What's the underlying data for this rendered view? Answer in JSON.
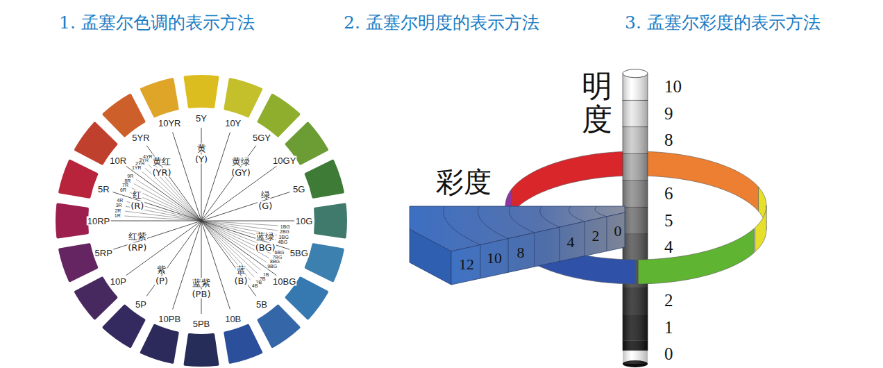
{
  "diagram": {
    "labels": [
      "1. 孟塞尔色调的表示方法",
      "2. 孟塞尔明度的表示方法",
      "3. 孟塞尔彩度的表示方法",
      "5Y",
      "10Y",
      "5GY",
      "10GY",
      "5G",
      "10G",
      "5BG",
      "10BG",
      "5B",
      "10B",
      "5PB",
      "10PB",
      "5P",
      "10P",
      "5RP",
      "10RP",
      "5R",
      "10R",
      "5YR",
      "10YR",
      "黄",
      "(Y)",
      "黄绿",
      "(GY)",
      "绿",
      "(G)",
      "蓝绿",
      "(BG)",
      "蓝",
      "(B)",
      "蓝紫",
      "(PB)",
      "紫",
      "(P)",
      "红紫",
      "(RP)",
      "红",
      "(R)",
      "黄红",
      "(YR)",
      "1R",
      "2R",
      "3R",
      "4R",
      "6R",
      "7R",
      "8R",
      "9R",
      "1YR",
      "2YR",
      "3YR",
      "4YR",
      "1BG",
      "2BG",
      "3BG",
      "4BG",
      "6BG",
      "7BG",
      "8BG",
      "9BG",
      "1B",
      "2B",
      "3B",
      "4B",
      "明度",
      "彩度",
      "10",
      "9",
      "8",
      "6",
      "5",
      "4",
      "2",
      "1",
      "0",
      "12",
      "10",
      "8",
      "4",
      "2",
      "0"
    ]
  }
}
